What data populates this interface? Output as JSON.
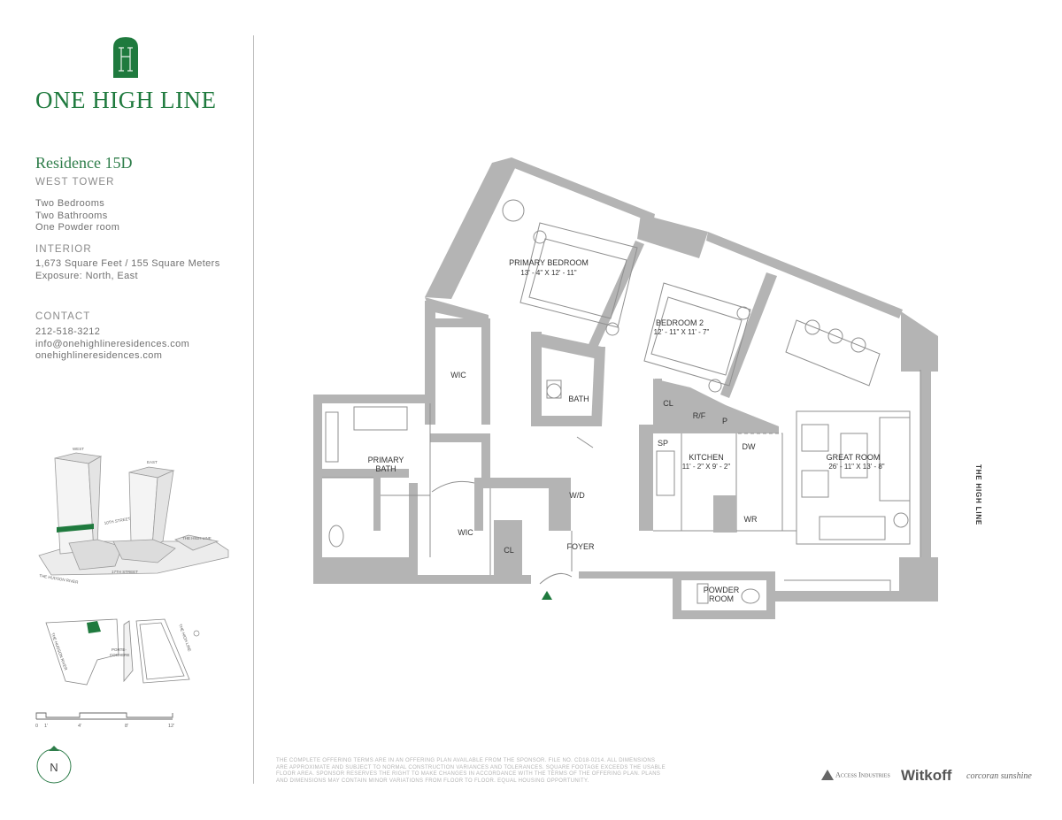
{
  "brand": {
    "name": "ONE HIGH LINE",
    "accent_color": "#1f7a3e"
  },
  "residence": {
    "title": "Residence 15D",
    "tower": "WEST TOWER",
    "features": [
      "Two Bedrooms",
      "Two Bathrooms",
      "One Powder room"
    ],
    "interior_heading": "INTERIOR",
    "area": "1,673 Square Feet / 155 Square Meters",
    "exposure": "Exposure: North, East"
  },
  "contact": {
    "heading": "CONTACT",
    "phone": "212-518-3212",
    "email": "info@onehighlineresidences.com",
    "website": "onehighlineresidences.com"
  },
  "rooms": {
    "primary_bedroom": {
      "name": "PRIMARY BEDROOM",
      "dims": "13' - 4\" X 12' - 11\""
    },
    "bedroom2": {
      "name": "BEDROOM 2",
      "dims": "12' - 11\" X 11' - 7\""
    },
    "great_room": {
      "name": "GREAT ROOM",
      "dims": "26' - 11\" X 13' - 8\""
    },
    "kitchen": {
      "name": "KITCHEN",
      "dims": "11' - 2\" X 9' - 2\""
    },
    "primary_bath": {
      "name_line1": "PRIMARY",
      "name_line2": "BATH"
    },
    "powder_room": {
      "name_line1": "POWDER",
      "name_line2": "ROOM"
    },
    "wic": "WIC",
    "bath": "BATH",
    "cl": "CL",
    "rf": "R/F",
    "p": "P",
    "sp": "SP",
    "dw": "DW",
    "wr": "WR",
    "wd": "W/D",
    "foyer": "FOYER"
  },
  "orientation": {
    "high_line_label": "THE HIGH LINE",
    "compass": "N"
  },
  "key_plan": {
    "west": "WEST",
    "east": "EAST",
    "tenth_street": "10TH STREET",
    "seventeenth_street": "17TH STREET",
    "hudson_river": "THE HUDSON RIVER",
    "high_line": "THE HIGH LINE"
  },
  "site_plan": {
    "hudson_river": "THE HUDSON RIVER",
    "porte_cochere_line1": "PORTE-",
    "porte_cochere_line2": "COCHERE",
    "high_line": "THE HIGH LINE"
  },
  "scale_bar": {
    "ticks": [
      "0",
      "1'",
      "4'",
      "8'",
      "12'"
    ]
  },
  "disclaimer": "THE COMPLETE OFFERING TERMS ARE IN AN OFFERING PLAN AVAILABLE FROM THE SPONSOR. FILE NO. CD18-0214. ALL DIMENSIONS ARE APPROXIMATE AND SUBJECT TO NORMAL CONSTRUCTION VARIANCES AND TOLERANCES. SQUARE FOOTAGE EXCEEDS THE USABLE FLOOR AREA. SPONSOR RESERVES THE RIGHT TO MAKE CHANGES IN ACCORDANCE WITH THE TERMS OF THE OFFERING PLAN. PLANS AND DIMENSIONS MAY CONTAIN MINOR VARIATIONS FROM FLOOR TO FLOOR. EQUAL HOUSING OPPORTUNITY.",
  "partners": {
    "access": "Access Industries",
    "witkoff": "Witkoff",
    "corcoran": "corcoran sunshine"
  }
}
